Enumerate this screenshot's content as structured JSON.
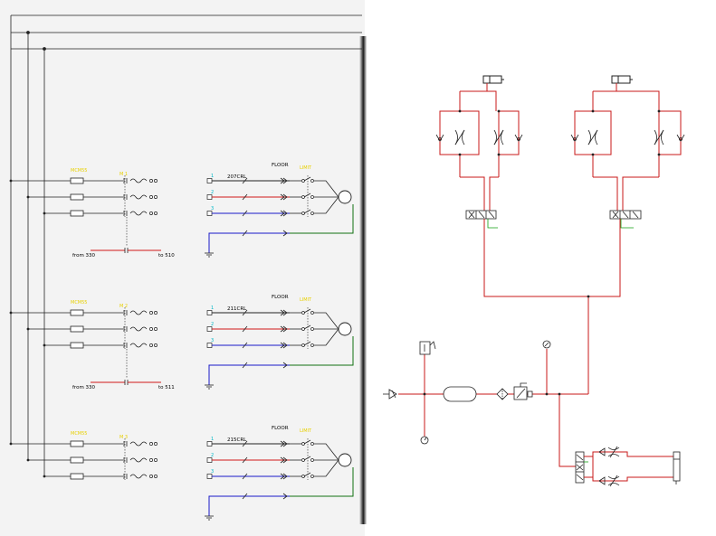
{
  "colors": {
    "wire_black": "#222222",
    "wire_red": "#d01818",
    "wire_blue": "#1818c8",
    "wire_green": "#107010",
    "label_yellow": "#e8d000",
    "label_cyan": "#00b8c8",
    "pneumatic_red": "#c81818",
    "pneumatic_green": "#10a010"
  },
  "circuits": [
    {
      "breaker_label": "MCM55",
      "contactor_label": "M 1",
      "overload_label": "207CRL",
      "floor_label": "FLOOR",
      "switch_label": "LIMIT",
      "from_label": "from 330",
      "to_label": "to 510"
    },
    {
      "breaker_label": "MCM55",
      "contactor_label": "M 2",
      "overload_label": "211CRL",
      "floor_label": "FLOOR",
      "switch_label": "LIMIT",
      "from_label": "from 330",
      "to_label": "to 511"
    },
    {
      "breaker_label": "MCM55",
      "contactor_label": "M 3",
      "overload_label": "215CRL",
      "floor_label": "FLOOR",
      "switch_label": "LIMIT",
      "from_label": "",
      "to_label": ""
    }
  ],
  "pneumatic": {
    "cylinders": [
      "cylinder-1",
      "cylinder-2",
      "cylinder-3"
    ],
    "valves": [
      "valve-1",
      "valve-2",
      "valve-3"
    ]
  }
}
